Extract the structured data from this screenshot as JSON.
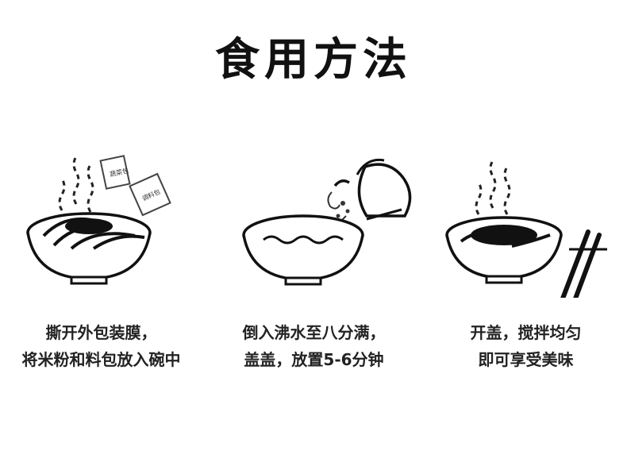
{
  "title": "食用方法",
  "packet_labels": [
    "蔬菜包",
    "调料包"
  ],
  "steps": [
    {
      "line1": "撕开外包装膜，",
      "line2": "将米粉和料包放入碗中",
      "icon": "bowl-with-packets-icon"
    },
    {
      "line1": "倒入沸水至八分满，",
      "line2": "盖盖，放置5-6分钟",
      "icon": "bowl-with-kettle-icon"
    },
    {
      "line1": "开盖，搅拌均匀",
      "line2": "即可享受美味",
      "icon": "bowl-with-chopsticks-icon"
    }
  ]
}
